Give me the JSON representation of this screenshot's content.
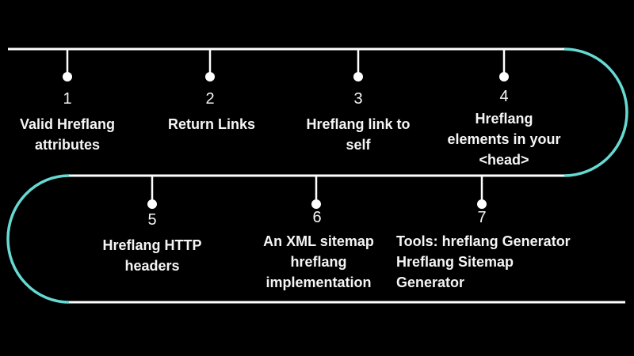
{
  "canvas": {
    "background_color": "#000000",
    "line_color": "#ffffff",
    "accent_color": "#66d9d2",
    "text_color": "#f5f5f5"
  },
  "timeline": {
    "items": [
      {
        "number": "1",
        "label": "Valid Hreflang\nattributes"
      },
      {
        "number": "2",
        "label": "Return Links"
      },
      {
        "number": "3",
        "label": "Hreflang link to\nself"
      },
      {
        "number": "4",
        "label": "Hreflang\nelements in your\n<head>"
      },
      {
        "number": "5",
        "label": "Hreflang HTTP\nheaders"
      },
      {
        "number": "6",
        "label": "An XML sitemap\nhreflang\nimplementation"
      },
      {
        "number": "7",
        "label": "Tools: hreflang Generator\nHreflang Sitemap\nGenerator"
      }
    ]
  }
}
